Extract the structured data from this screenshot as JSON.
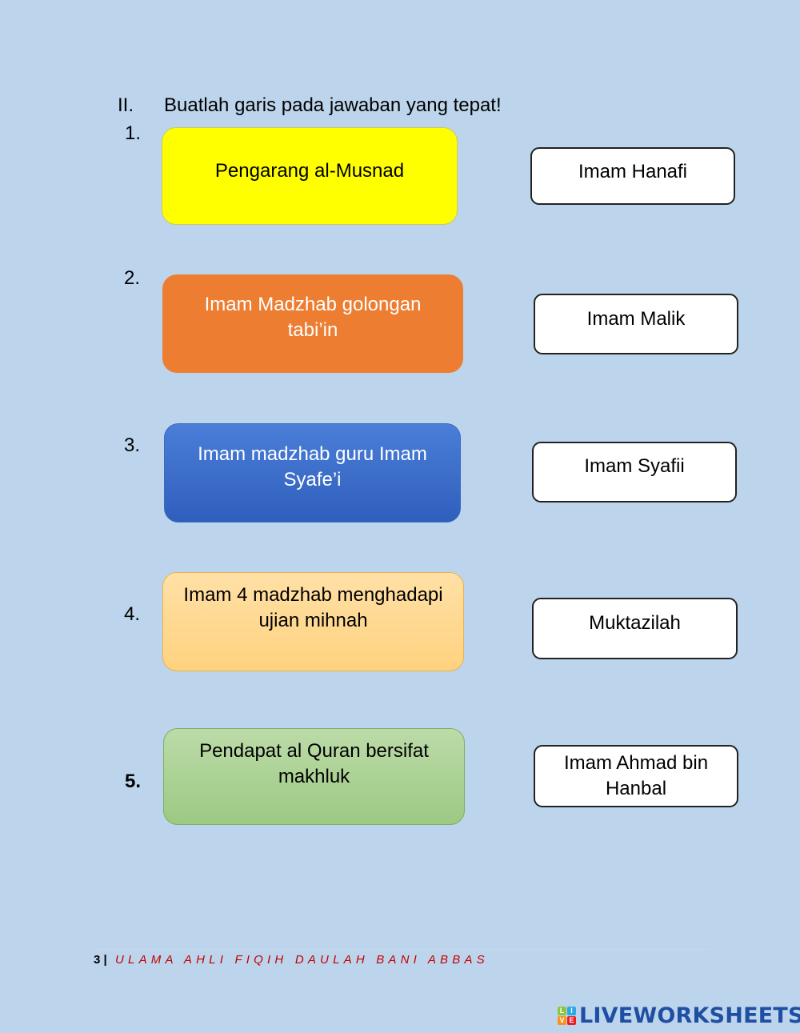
{
  "section": {
    "number": "II.",
    "instruction": "Buatlah garis pada jawaban yang tepat!"
  },
  "questions": [
    {
      "number": "1.",
      "text": "Pengarang al-Musnad",
      "color": "#ffff00"
    },
    {
      "number": "2.",
      "text": "Imam Madzhab  golongan tabi’in",
      "color": "#ed7d31"
    },
    {
      "number": "3.",
      "text": "Imam madzhab guru Imam Syafe’i",
      "color": "#3c6fd0"
    },
    {
      "number": "4.",
      "text": "Imam 4 madzhab menghadapi ujian mihnah",
      "color": "#ffd88e"
    },
    {
      "number": "5.",
      "text": "Pendapat al Quran bersifat makhluk",
      "color": "#a9d08e"
    }
  ],
  "answers": [
    "Imam Hanafi",
    "Imam Malik",
    "Imam Syafii",
    "Muktazilah",
    "Imam Ahmad bin Hanbal"
  ],
  "footer": {
    "page": "3 |",
    "title": "ULAMA AHLI FIQIH DAULAH BANI ABBAS"
  },
  "brand": {
    "logo_letters": [
      "L",
      "I",
      "V",
      "E"
    ],
    "name": "LIVEWORKSHEETS"
  }
}
